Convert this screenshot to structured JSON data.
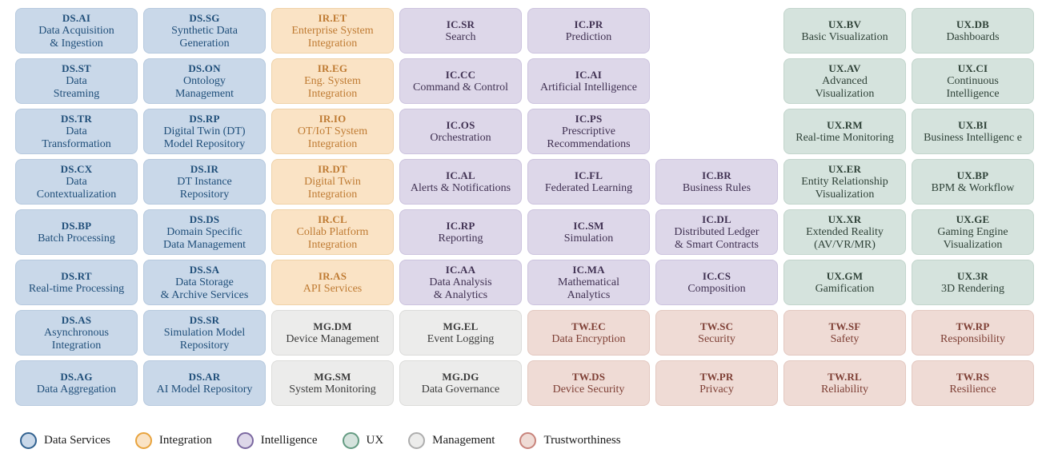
{
  "groups": {
    "ds": {
      "label": "Data Services",
      "fill": "#C9D8E9",
      "text": "#1F4E79",
      "edge": "#B6C9DE",
      "legend_ring": "#31618F"
    },
    "ir": {
      "label": "Integration",
      "fill": "#FAE3C5",
      "text": "#BF7B33",
      "edge": "#EFD2A8",
      "legend_ring": "#E8A33D"
    },
    "ic": {
      "label": "Intelligence",
      "fill": "#DDD7E9",
      "text": "#403152",
      "edge": "#CCC3DE",
      "legend_ring": "#7B68A0"
    },
    "ux": {
      "label": "UX",
      "fill": "#D5E3DD",
      "text": "#2F4238",
      "edge": "#C2D5CC",
      "legend_ring": "#649B82"
    },
    "mg": {
      "label": "Management",
      "fill": "#ECECEB",
      "text": "#3B3B3B",
      "edge": "#DCDCDA",
      "legend_ring": "#ADADAD"
    },
    "tw": {
      "label": "Trustworthiness",
      "fill": "#EFDBD5",
      "text": "#7E3F35",
      "edge": "#E3C8C0",
      "legend_ring": "#C8837B"
    }
  },
  "grid": {
    "columns": 8,
    "rows": 8,
    "cells": [
      {
        "col": 1,
        "row": 1,
        "group": "ds",
        "code": "DS.AI",
        "label": "Data Acquisition\n& Ingestion"
      },
      {
        "col": 1,
        "row": 2,
        "group": "ds",
        "code": "DS.ST",
        "label": "Data\nStreaming"
      },
      {
        "col": 1,
        "row": 3,
        "group": "ds",
        "code": "DS.TR",
        "label": "Data\nTransformation"
      },
      {
        "col": 1,
        "row": 4,
        "group": "ds",
        "code": "DS.CX",
        "label": "Data\nContextualization"
      },
      {
        "col": 1,
        "row": 5,
        "group": "ds",
        "code": "DS.BP",
        "label": "Batch Processing"
      },
      {
        "col": 1,
        "row": 6,
        "group": "ds",
        "code": "DS.RT",
        "label": "Real-time Processing"
      },
      {
        "col": 1,
        "row": 7,
        "group": "ds",
        "code": "DS.AS",
        "label": "Asynchronous\nIntegration"
      },
      {
        "col": 1,
        "row": 8,
        "group": "ds",
        "code": "DS.AG",
        "label": "Data Aggregation"
      },
      {
        "col": 2,
        "row": 1,
        "group": "ds",
        "code": "DS.SG",
        "label": "Synthetic Data\nGeneration"
      },
      {
        "col": 2,
        "row": 2,
        "group": "ds",
        "code": "DS.ON",
        "label": "Ontology\nManagement"
      },
      {
        "col": 2,
        "row": 3,
        "group": "ds",
        "code": "DS.RP",
        "label": "Digital Twin (DT)\nModel Repository"
      },
      {
        "col": 2,
        "row": 4,
        "group": "ds",
        "code": "DS.IR",
        "label": "DT Instance\nRepository"
      },
      {
        "col": 2,
        "row": 5,
        "group": "ds",
        "code": "DS.DS",
        "label": "Domain Specific\nData Management"
      },
      {
        "col": 2,
        "row": 6,
        "group": "ds",
        "code": "DS.SA",
        "label": "Data Storage\n& Archive Services"
      },
      {
        "col": 2,
        "row": 7,
        "group": "ds",
        "code": "DS.SR",
        "label": "Simulation Model\nRepository"
      },
      {
        "col": 2,
        "row": 8,
        "group": "ds",
        "code": "DS.AR",
        "label": "AI Model Repository"
      },
      {
        "col": 3,
        "row": 1,
        "group": "ir",
        "code": "IR.ET",
        "label": "Enterprise System\nIntegration"
      },
      {
        "col": 3,
        "row": 2,
        "group": "ir",
        "code": "IR.EG",
        "label": "Eng. System\nIntegration"
      },
      {
        "col": 3,
        "row": 3,
        "group": "ir",
        "code": "IR.IO",
        "label": "OT/IoT System\nIntegration"
      },
      {
        "col": 3,
        "row": 4,
        "group": "ir",
        "code": "IR.DT",
        "label": "Digital Twin\nIntegration"
      },
      {
        "col": 3,
        "row": 5,
        "group": "ir",
        "code": "IR.CL",
        "label": "Collab Platform\nIntegration"
      },
      {
        "col": 3,
        "row": 6,
        "group": "ir",
        "code": "IR.AS",
        "label": "API Services"
      },
      {
        "col": 3,
        "row": 7,
        "group": "mg",
        "code": "MG.DM",
        "label": "Device Management"
      },
      {
        "col": 3,
        "row": 8,
        "group": "mg",
        "code": "MG.SM",
        "label": "System Monitoring"
      },
      {
        "col": 4,
        "row": 1,
        "group": "ic",
        "code": "IC.SR",
        "label": "Search"
      },
      {
        "col": 4,
        "row": 2,
        "group": "ic",
        "code": "IC.CC",
        "label": "Command & Control"
      },
      {
        "col": 4,
        "row": 3,
        "group": "ic",
        "code": "IC.OS",
        "label": "Orchestration"
      },
      {
        "col": 4,
        "row": 4,
        "group": "ic",
        "code": "IC.AL",
        "label": "Alerts & Notifications"
      },
      {
        "col": 4,
        "row": 5,
        "group": "ic",
        "code": "IC.RP",
        "label": "Reporting"
      },
      {
        "col": 4,
        "row": 6,
        "group": "ic",
        "code": "IC.AA",
        "label": "Data Analysis\n& Analytics"
      },
      {
        "col": 4,
        "row": 7,
        "group": "mg",
        "code": "MG.EL",
        "label": "Event Logging"
      },
      {
        "col": 4,
        "row": 8,
        "group": "mg",
        "code": "MG.DG",
        "label": "Data Governance"
      },
      {
        "col": 5,
        "row": 1,
        "group": "ic",
        "code": "IC.PR",
        "label": "Prediction"
      },
      {
        "col": 5,
        "row": 2,
        "group": "ic",
        "code": "IC.AI",
        "label": "Artificial Intelligence"
      },
      {
        "col": 5,
        "row": 3,
        "group": "ic",
        "code": "IC.PS",
        "label": "Prescriptive\nRecommendations"
      },
      {
        "col": 5,
        "row": 4,
        "group": "ic",
        "code": "IC.FL",
        "label": "Federated Learning"
      },
      {
        "col": 5,
        "row": 5,
        "group": "ic",
        "code": "IC.SM",
        "label": "Simulation"
      },
      {
        "col": 5,
        "row": 6,
        "group": "ic",
        "code": "IC.MA",
        "label": "Mathematical\nAnalytics"
      },
      {
        "col": 5,
        "row": 7,
        "group": "tw",
        "code": "TW.EC",
        "label": "Data Encryption"
      },
      {
        "col": 5,
        "row": 8,
        "group": "tw",
        "code": "TW.DS",
        "label": "Device Security"
      },
      {
        "col": 6,
        "row": 4,
        "group": "ic",
        "code": "IC.BR",
        "label": "Business Rules"
      },
      {
        "col": 6,
        "row": 5,
        "group": "ic",
        "code": "IC.DL",
        "label": "Distributed Ledger\n& Smart Contracts"
      },
      {
        "col": 6,
        "row": 6,
        "group": "ic",
        "code": "IC.CS",
        "label": "Composition"
      },
      {
        "col": 6,
        "row": 7,
        "group": "tw",
        "code": "TW.SC",
        "label": "Security"
      },
      {
        "col": 6,
        "row": 8,
        "group": "tw",
        "code": "TW.PR",
        "label": "Privacy"
      },
      {
        "col": 7,
        "row": 1,
        "group": "ux",
        "code": "UX.BV",
        "label": "Basic Visualization"
      },
      {
        "col": 7,
        "row": 2,
        "group": "ux",
        "code": "UX.AV",
        "label": "Advanced\nVisualization"
      },
      {
        "col": 7,
        "row": 3,
        "group": "ux",
        "code": "UX.RM",
        "label": "Real-time Monitoring"
      },
      {
        "col": 7,
        "row": 4,
        "group": "ux",
        "code": "UX.ER",
        "label": "Entity Relationship\nVisualization"
      },
      {
        "col": 7,
        "row": 5,
        "group": "ux",
        "code": "UX.XR",
        "label": "Extended Reality\n(AV/VR/MR)"
      },
      {
        "col": 7,
        "row": 6,
        "group": "ux",
        "code": "UX.GM",
        "label": "Gamification"
      },
      {
        "col": 7,
        "row": 7,
        "group": "tw",
        "code": "TW.SF",
        "label": "Safety"
      },
      {
        "col": 7,
        "row": 8,
        "group": "tw",
        "code": "TW.RL",
        "label": "Reliability"
      },
      {
        "col": 8,
        "row": 1,
        "group": "ux",
        "code": "UX.DB",
        "label": "Dashboards"
      },
      {
        "col": 8,
        "row": 2,
        "group": "ux",
        "code": "UX.CI",
        "label": "Continuous\nIntelligence"
      },
      {
        "col": 8,
        "row": 3,
        "group": "ux",
        "code": "UX.BI",
        "label": "Business Intelligenc e"
      },
      {
        "col": 8,
        "row": 4,
        "group": "ux",
        "code": "UX.BP",
        "label": "BPM & Workflow"
      },
      {
        "col": 8,
        "row": 5,
        "group": "ux",
        "code": "UX.GE",
        "label": "Gaming Engine\nVisualization"
      },
      {
        "col": 8,
        "row": 6,
        "group": "ux",
        "code": "UX.3R",
        "label": "3D Rendering"
      },
      {
        "col": 8,
        "row": 7,
        "group": "tw",
        "code": "TW.RP",
        "label": "Responsibility"
      },
      {
        "col": 8,
        "row": 8,
        "group": "tw",
        "code": "TW.RS",
        "label": "Resilience"
      }
    ]
  },
  "legend": {
    "items": [
      {
        "group": "ds",
        "label": "Data Services"
      },
      {
        "group": "ir",
        "label": "Integration"
      },
      {
        "group": "ic",
        "label": "Intelligence"
      },
      {
        "group": "ux",
        "label": "UX"
      },
      {
        "group": "mg",
        "label": "Management"
      },
      {
        "group": "tw",
        "label": "Trustworthiness"
      }
    ]
  }
}
